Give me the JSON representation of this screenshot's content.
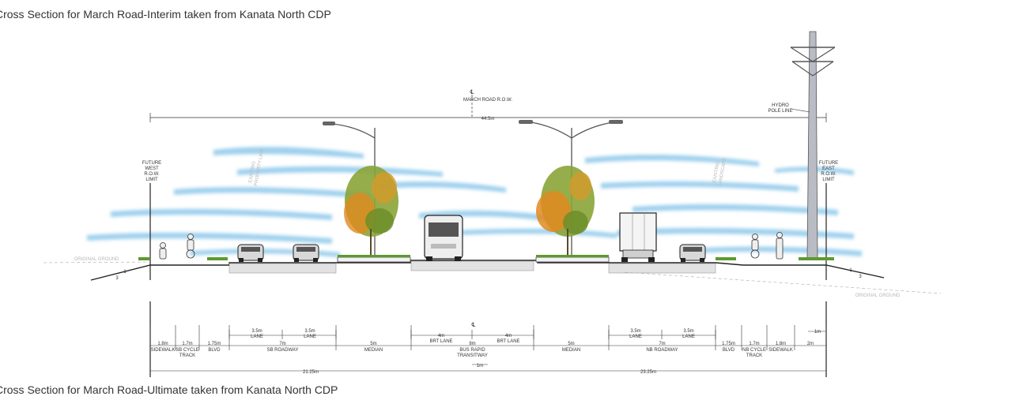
{
  "captions": {
    "top": "Cross Section for March Road-Interim taken from Kanata North CDP",
    "bottom": "Cross Section for March Road-Ultimate taken from Kanata North CDP"
  },
  "diagram": {
    "centerline_symbol": "℄",
    "row_label": "MARCH ROAD R.O.W.",
    "row_width": "44.5m",
    "west_limit": [
      "FUTURE",
      "WEST",
      "R.O.W.",
      "LIMIT"
    ],
    "east_limit": [
      "FUTURE",
      "EAST",
      "R.O.W.",
      "LIMIT"
    ],
    "hydro": [
      "HYDRO",
      "POLE LINE"
    ],
    "existing_left": [
      "EXISTING",
      "PROPERTY LINE"
    ],
    "existing_right": [
      "EXISTING",
      "LANDSCAPE"
    ],
    "original_ground_left": "ORIGINAL GROUND",
    "original_ground_right": "ORIGINAL GROUND",
    "slope_label": "3",
    "slope_unit": "1",
    "segments": [
      {
        "width": "1.8m",
        "name": [
          "SIDEWALK"
        ]
      },
      {
        "width": "1.7m",
        "name": [
          "SB CYCLE",
          "TRACK"
        ]
      },
      {
        "width": "1.75m",
        "name": [
          "BLVD"
        ]
      },
      {
        "width": "7m",
        "name": [
          "SB ROADWAY"
        ]
      },
      {
        "width": "5m",
        "name": [
          "MEDIAN"
        ]
      },
      {
        "width": "8m",
        "name": [
          "BUS RAPID",
          "TRANSITWAY"
        ]
      },
      {
        "width": "5m",
        "name": [
          "MEDIAN"
        ]
      },
      {
        "width": "7m",
        "name": [
          "NB ROADWAY"
        ]
      },
      {
        "width": "1.75m",
        "name": [
          "BLVD"
        ]
      },
      {
        "width": "1.7m",
        "name": [
          "NB CYCLE",
          "TRACK"
        ]
      },
      {
        "width": "1.8m",
        "name": [
          "SIDEWALK"
        ]
      },
      {
        "width": "2m",
        "name": [
          ""
        ]
      }
    ],
    "lanes": {
      "sb_lane_width": "3.5m",
      "sb_lane_label": "LANE",
      "brt_width": "4m",
      "brt_label": "BRT LANE",
      "nb_lane_width": "3.5m",
      "nb_lane_label": "LANE",
      "east_small": "1m",
      "center_small": "1m"
    },
    "totals": {
      "west": "21.25m",
      "east": "23.25m"
    },
    "colors": {
      "sky": "#7fc1e8",
      "tree_green": "#7a9a2e",
      "tree_orange": "#e08a1e",
      "line": "#333333",
      "pole": "#8a8f99"
    }
  }
}
